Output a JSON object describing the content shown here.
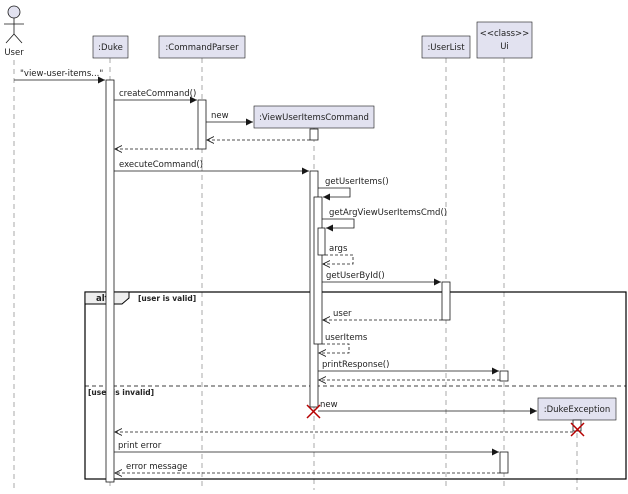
{
  "actor": {
    "label": "User"
  },
  "participants": [
    {
      "id": "duke",
      "label": ":Duke"
    },
    {
      "id": "parser",
      "label": ":CommandParser"
    },
    {
      "id": "vuic",
      "label": ":ViewUserItemsCommand"
    },
    {
      "id": "userlist",
      "label": ":UserList"
    },
    {
      "id": "ui",
      "label_line1": "<<class>>",
      "label_line2": "Ui"
    },
    {
      "id": "dukeexc",
      "label": ":DukeException"
    }
  ],
  "messages": [
    {
      "label": "\"view-user-items...\""
    },
    {
      "label": "createCommand()"
    },
    {
      "label": "new"
    },
    {
      "label": ""
    },
    {
      "label": ""
    },
    {
      "label": "executeCommand()"
    },
    {
      "label": "getUserItems()"
    },
    {
      "label": "getArgViewUserItemsCmd()"
    },
    {
      "label": "args"
    },
    {
      "label": "getUserById()"
    },
    {
      "label": "user"
    },
    {
      "label": "userItems"
    },
    {
      "label": "printResponse()"
    },
    {
      "label": ""
    },
    {
      "label": "new"
    },
    {
      "label": ""
    },
    {
      "label": "print error"
    },
    {
      "label": "error message"
    }
  ],
  "alt": {
    "keyword": "alt",
    "guard1": "[user is valid]",
    "guard2": "[user is invalid]"
  },
  "colors": {
    "participant_fill": "#e2e2f0",
    "line": "#181818",
    "lifeline": "#a8a8a8",
    "destroy": "#b70000"
  }
}
